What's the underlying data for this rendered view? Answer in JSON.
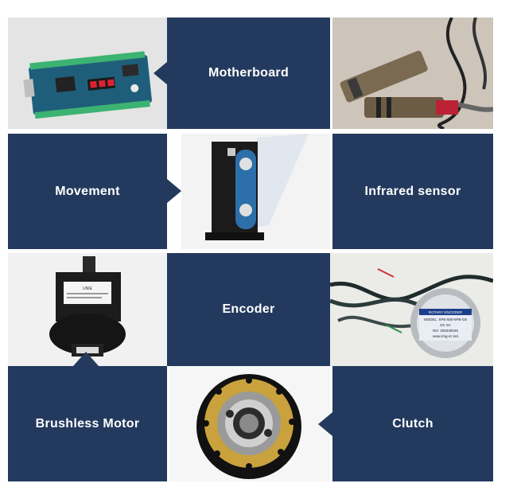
{
  "labels": {
    "motherboard": "Motherboard",
    "infrared_sensor": "Infrared sensor",
    "movement": "Movement",
    "encoder": "Encoder",
    "brushless_motor": "Brushless Motor",
    "clutch": "Clutch"
  },
  "colors": {
    "panel": "#233a5e",
    "label_text": "#ffffff",
    "photo_bg": "#eceef0"
  },
  "photo_text": {
    "motor_label": "UNIE",
    "encoder_brand": "ROTARY ENCODER",
    "encoder_model": "MODEL: SPE-500-6PB-G5",
    "encoder_voltage": "DC 5V",
    "encoder_serial": "NO: 200330045",
    "encoder_url": "www.rmg-sz.net"
  }
}
